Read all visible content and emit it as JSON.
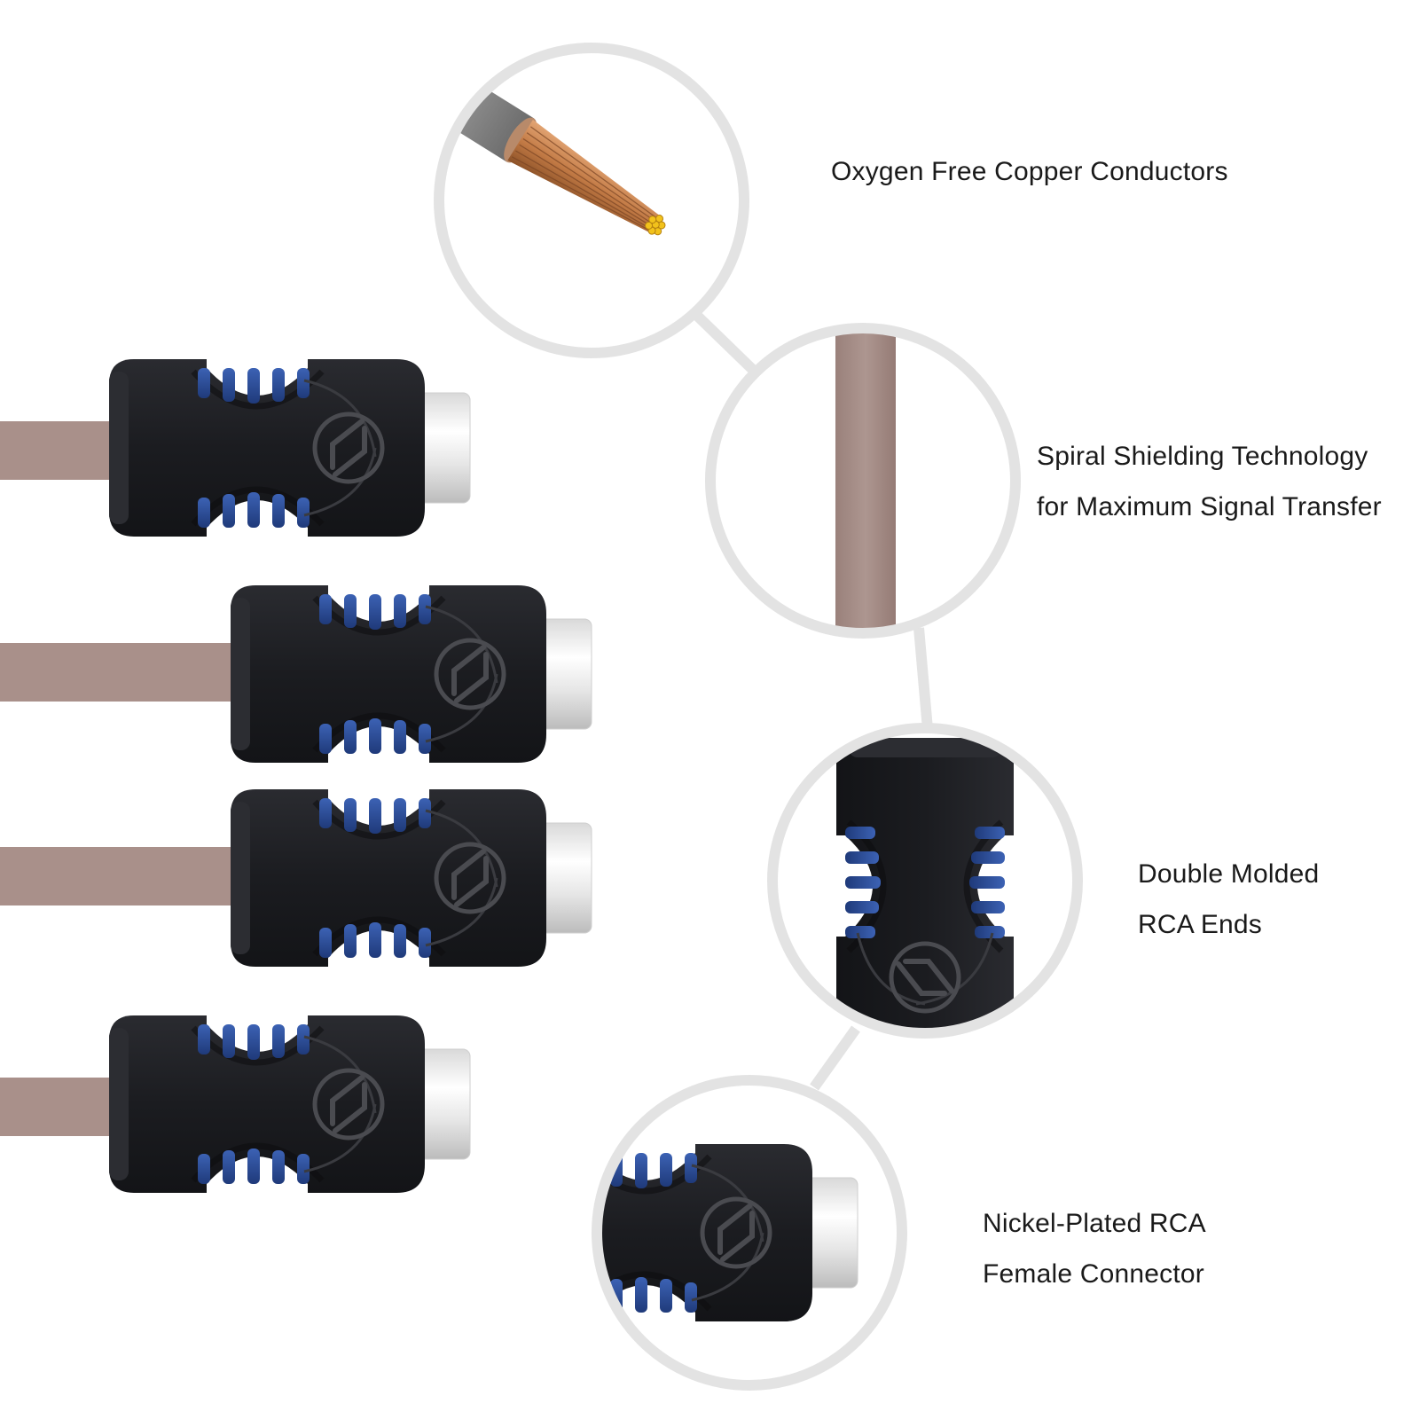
{
  "colors": {
    "background": "#ffffff",
    "cable_jacket": "#a9908a",
    "connector_body": "#1f2024",
    "accent_blue": "#2d4f9a",
    "accent_silver": "#c9c9c9",
    "callout_ring": "#e3e3e3",
    "copper": "#c8824a",
    "label_text": "#1a1a1a"
  },
  "features": [
    {
      "lines": [
        "Oxygen Free Copper Conductors"
      ],
      "icon": "copper-strands-icon"
    },
    {
      "lines": [
        "Spiral Shielding Technology",
        "for Maximum Signal Transfer"
      ],
      "icon": "cable-jacket-icon"
    },
    {
      "lines": [
        "Double Molded",
        "RCA Ends"
      ],
      "icon": "molded-grip-icon"
    },
    {
      "lines": [
        "Nickel-Plated RCA",
        "Female Connector"
      ],
      "icon": "rca-female-icon"
    }
  ],
  "connectors": [
    {
      "accent": "blue"
    },
    {
      "accent": "silver"
    },
    {
      "accent": "blue"
    },
    {
      "accent": "silver"
    }
  ]
}
